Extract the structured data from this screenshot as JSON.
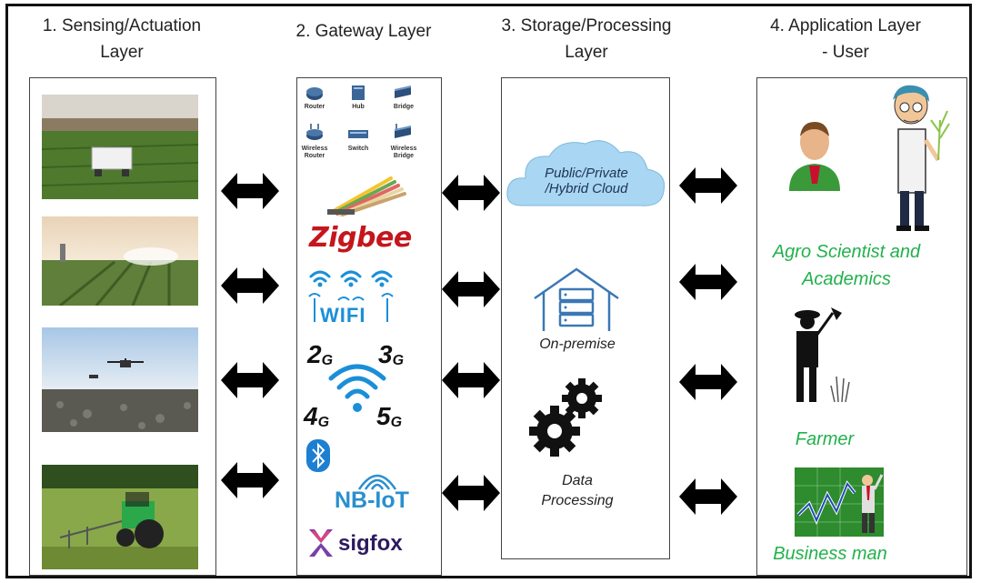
{
  "headers": {
    "sensing_line1": "1. Sensing/Actuation",
    "sensing_line2": "Layer",
    "gateway": "2. Gateway Layer",
    "storage_line1": "3. Storage/Processing",
    "storage_line2": "Layer",
    "application_line1": "4. Application Layer",
    "application_line2": "- User"
  },
  "gateway": {
    "devices": [
      "Router",
      "Hub",
      "Bridge",
      "Wireless Router",
      "Switch",
      "Wireless Bridge"
    ],
    "zigbee": "Zigbee",
    "wifi": "WIFI",
    "g2": "2",
    "g3": "3",
    "g4": "4",
    "g5": "5",
    "g_suffix": "G",
    "nbiot": "NB-IoT",
    "sigfox": "sigfox"
  },
  "storage": {
    "cloud_line1": "Public/Private",
    "cloud_line2": "/Hybrid Cloud",
    "onpremise": "On-premise",
    "dp_line1": "Data",
    "dp_line2": "Processing"
  },
  "application": {
    "agro_line1": "Agro Scientist and",
    "agro_line2": "Academics",
    "farmer": "Farmer",
    "business": "Business man"
  },
  "colors": {
    "zigbee": "#c4161c",
    "wifi_blue": "#1a8fd8",
    "bluetooth": "#1d7fd1",
    "nbiot": "#2a8fcf",
    "sigfox": "#2d1a5e",
    "cloud": "#a9d6f2",
    "user_green": "#22b14c"
  }
}
